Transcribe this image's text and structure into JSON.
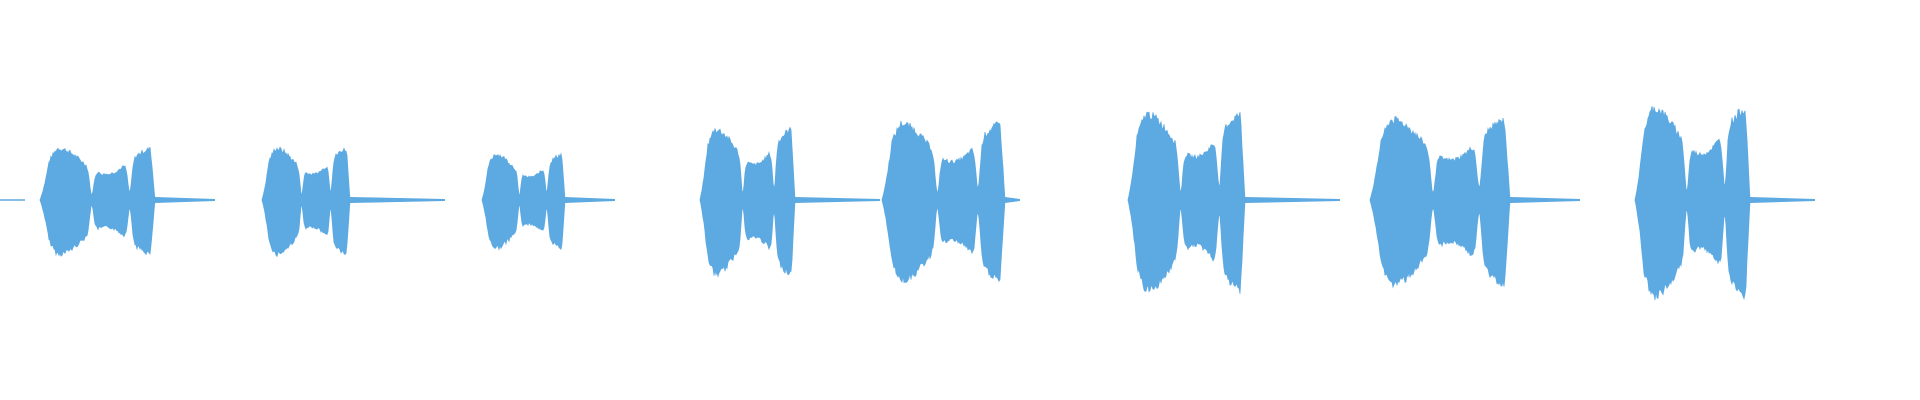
{
  "waveform": {
    "color": "#5DA9E1",
    "background": "#FFFFFF",
    "segment_count": 8,
    "segments": [
      {
        "index": 1,
        "peak_amplitude": 0.27
      },
      {
        "index": 2,
        "peak_amplitude": 0.27
      },
      {
        "index": 3,
        "peak_amplitude": 0.24
      },
      {
        "index": 4,
        "peak_amplitude": 0.37
      },
      {
        "index": 5,
        "peak_amplitude": 0.4
      },
      {
        "index": 6,
        "peak_amplitude": 0.45
      },
      {
        "index": 7,
        "peak_amplitude": 0.42
      },
      {
        "index": 8,
        "peak_amplitude": 0.48
      }
    ]
  }
}
